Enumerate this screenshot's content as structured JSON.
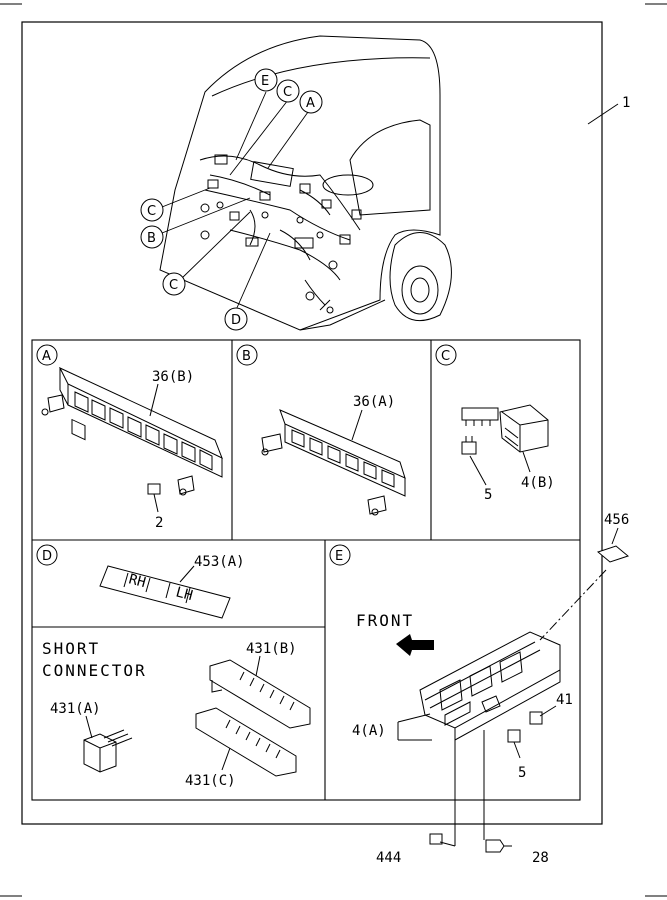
{
  "callouts": {
    "main_assembly": "1",
    "cab_E": "E",
    "cab_C_top": "C",
    "cab_A": "A",
    "cab_C_left": "C",
    "cab_B": "B",
    "cab_C_low": "C",
    "cab_D": "D"
  },
  "panels": {
    "A": {
      "tag": "A",
      "part_main": "36(B)",
      "part_small": "2"
    },
    "B": {
      "tag": "B",
      "part_main": "36(A)"
    },
    "C": {
      "tag": "C",
      "part_main": "4(B)",
      "part_small": "5"
    },
    "D": {
      "tag": "D",
      "part_main": "453(A)",
      "strip_left": "RH",
      "strip_right": "LH"
    },
    "short": {
      "title_line1": "SHORT",
      "title_line2": "CONNECTOR",
      "part_a": "431(A)",
      "part_b": "431(B)",
      "part_c": "431(C)"
    },
    "E": {
      "tag": "E",
      "front_label": "FRONT",
      "part_4a": "4(A)",
      "part_41": "41",
      "part_5": "5"
    }
  },
  "outside": {
    "part_456": "456",
    "part_444": "444",
    "part_28": "28"
  }
}
